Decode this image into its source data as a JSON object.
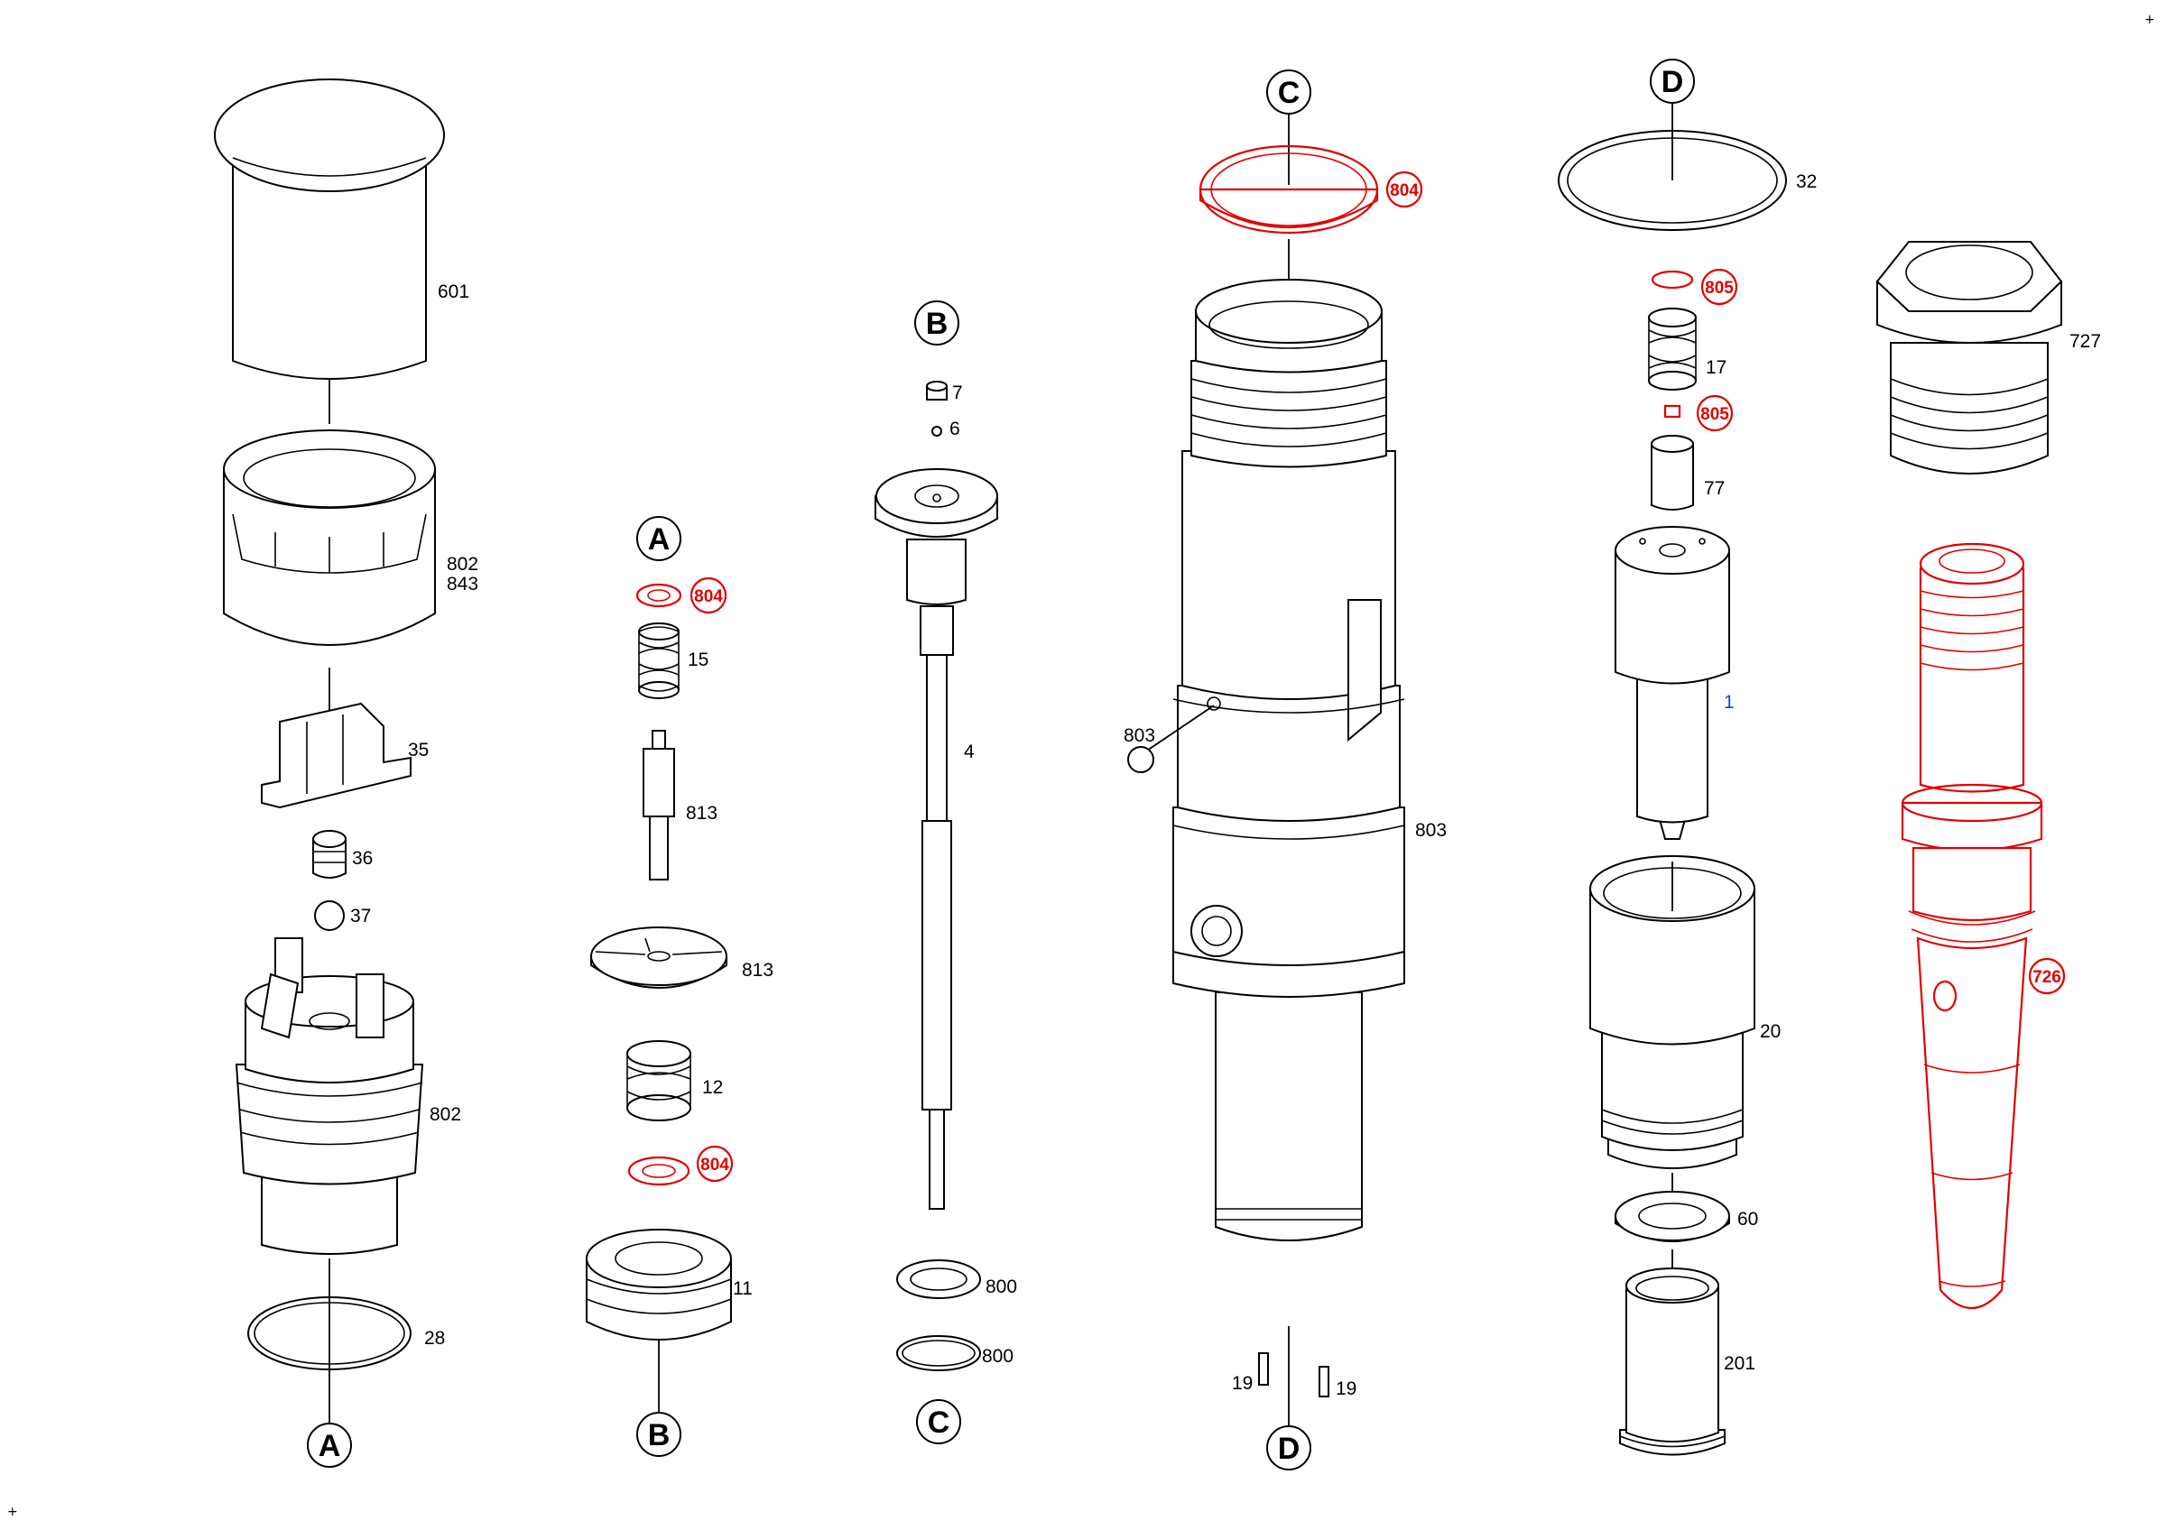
{
  "connectors": [
    "A",
    "B",
    "C",
    "D"
  ],
  "colors": {
    "line": "#000000",
    "highlight": "#e00000",
    "blue": "#1f3fd0"
  },
  "labels": {
    "p601": "601",
    "p802a": "802",
    "p843": "843",
    "p35": "35",
    "p36": "36",
    "p37": "37",
    "p802b": "802",
    "p28": "28",
    "p804_a": "804",
    "p15": "15",
    "p813a": "813",
    "p813b": "813",
    "p12": "12",
    "p804_b": "804",
    "p11": "11",
    "p7": "7",
    "p6": "6",
    "p4": "4",
    "p800a": "800",
    "p800b": "800",
    "p804_c": "804",
    "p803a": "803",
    "p803b": "803",
    "p19a": "19",
    "p19b": "19",
    "p32": "32",
    "p805a": "805",
    "p17": "17",
    "p805b": "805",
    "p77": "77",
    "p1": "1",
    "p20": "20",
    "p60": "60",
    "p201": "201",
    "p727": "727",
    "p726": "726"
  },
  "corner_marks": [
    "+",
    "+"
  ]
}
